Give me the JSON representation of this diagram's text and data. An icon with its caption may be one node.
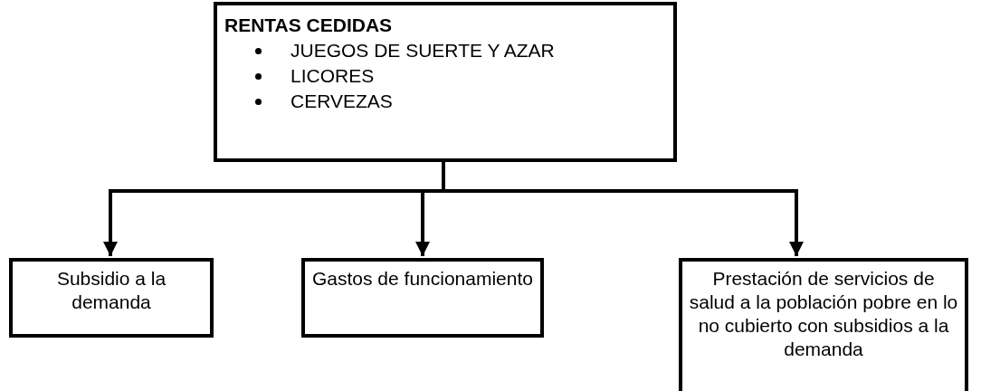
{
  "diagram": {
    "nodes": [
      {
        "text": [
          "RENTAS CEDIDAS",
          "JUEGOS DE SUERTE Y AZAR",
          "LICORES",
          "CERVEZAS"
        ]
      },
      {
        "text": [
          "Subsidio a la demanda"
        ]
      },
      {
        "text": [
          "Gastos de funcionamiento"
        ]
      },
      {
        "text": [
          "Prestación de servicios de salud a la población pobre en lo no cubierto con subsidios a la demanda"
        ]
      }
    ],
    "edges": [
      {
        "from": 0,
        "to": 1,
        "arrow": "to"
      },
      {
        "from": 0,
        "to": 2,
        "arrow": "to"
      },
      {
        "from": 0,
        "to": 3,
        "arrow": "to"
      }
    ]
  }
}
